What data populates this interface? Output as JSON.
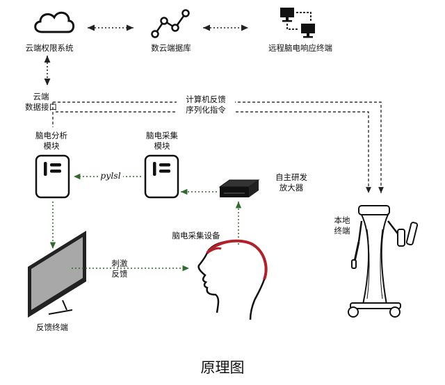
{
  "nodes": {
    "cloud_auth": "云端权限系统",
    "cloud_db": "数云端据库",
    "remote_terminal": "远程脑电响应终端",
    "cloud_interface": "云端\n数据接口",
    "feedback_cmd": "计算机反馈\n序列化指令",
    "analysis_module": "脑电分析\n模块",
    "acquisition_module": "脑电采集\n模块",
    "pylsl": "pylsl",
    "amplifier": "自主研发\n放大器",
    "local_terminal": "本地\n终端",
    "eeg_device": "脑电采集设备",
    "stimulus": "刺激\n反馈",
    "feedback_terminal": "反馈终端"
  },
  "caption": "原理图",
  "icons": [
    "cloud-icon",
    "network-graph-icon",
    "remote-computers-icon",
    "device-module-icon",
    "amplifier-box-icon",
    "monitor-icon",
    "head-with-eeg-cap-icon",
    "exoskeleton-robot-icon"
  ],
  "colors": {
    "dash_dark": "#333333",
    "dash_green": "#2f6b2f",
    "eeg_cap": "#b3202a",
    "screen": "#a8a8a8"
  }
}
